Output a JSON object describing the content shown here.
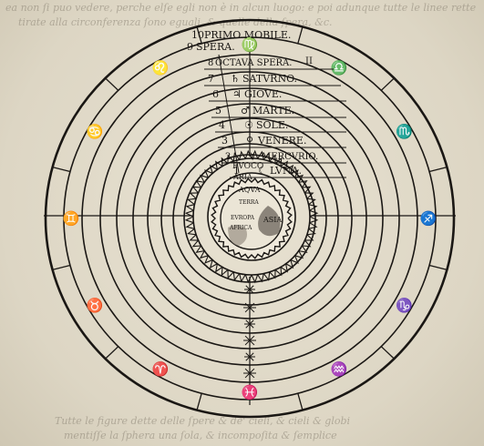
{
  "sphere_labels": [
    {
      "num": "10",
      "name": "PRIMO MOBILE."
    },
    {
      "num": "9",
      "name": "SPERA."
    },
    {
      "num": "8",
      "name": "OCTAVA SPERA."
    },
    {
      "num": "7",
      "name": "SATVRNO."
    },
    {
      "num": "6",
      "name": "GIOVE."
    },
    {
      "num": "5",
      "name": "MARTE."
    },
    {
      "num": "4",
      "name": "SOLE."
    },
    {
      "num": "3",
      "name": "VENERE."
    },
    {
      "num": "2",
      "name": "MERCVRIO."
    },
    {
      "num": "1",
      "name": "LVNA."
    }
  ],
  "eighth_sphere_mark": "II",
  "planet_symbols": [
    "♄",
    "♃",
    "♂",
    "☉",
    "♀",
    "☿",
    "☾"
  ],
  "element_labels": {
    "fire": "FVOCO",
    "air": "ARIA",
    "water": "AQVA"
  },
  "earth_labels": [
    "AQVA",
    "EVROPA",
    "AFRICA",
    "ASIA",
    "TERRA"
  ],
  "zodiac_signs": [
    "♌",
    "♍",
    "♎",
    "♏",
    "♐",
    "♑",
    "♒",
    "♓",
    "♈",
    "♉",
    "♊",
    "♋"
  ],
  "bleed_text": [
    "ea non ſi puo vedere, perche elſe egli non è in alcun luogo: e poi adunque tutte le linee rette",
    "tirate alla circonferenza ſono eguali, & quelle della ſpera, &c.",
    "Tutte le figure dette delle ſpere & de' cieli, & cieli & globi",
    "mentiſſe la ſphera una ſola, & incompoſita & ſemplice"
  ],
  "colors": {
    "ink": "#1a1714",
    "paper": "#e8e2d2"
  }
}
